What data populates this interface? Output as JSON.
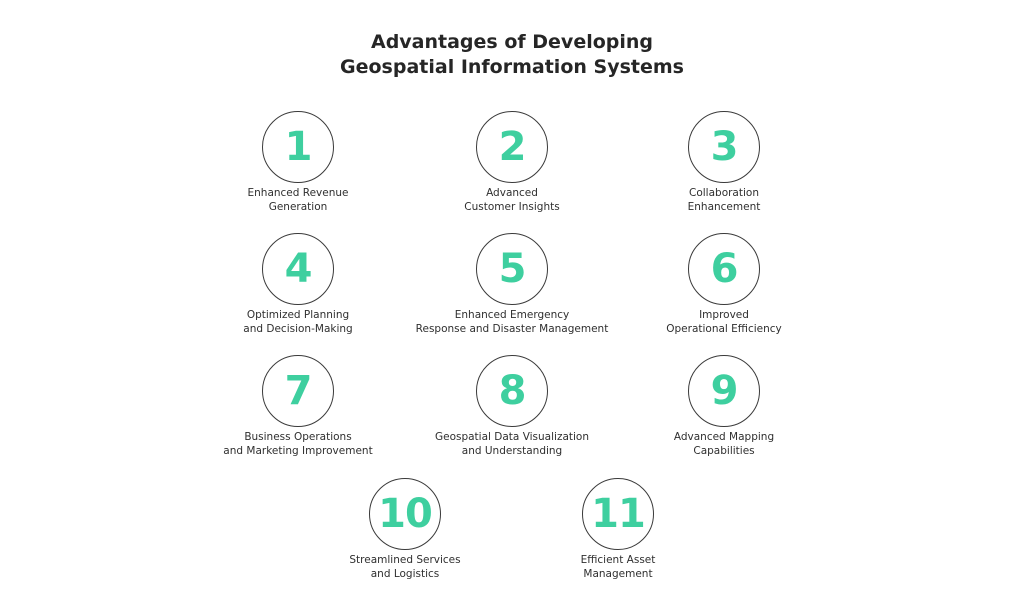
{
  "title": {
    "line1": "Advantages of Developing",
    "line2": "Geospatial Information Systems"
  },
  "colors": {
    "number": "#3ecf9f",
    "circle_border": "#3a3a3a",
    "text": "#2f2f2f",
    "background": "#ffffff"
  },
  "items": [
    {
      "number": "1",
      "line1": "Enhanced Revenue",
      "line2": "Generation"
    },
    {
      "number": "2",
      "line1": "Advanced",
      "line2": "Customer Insights"
    },
    {
      "number": "3",
      "line1": "Collaboration",
      "line2": "Enhancement"
    },
    {
      "number": "4",
      "line1": "Optimized Planning",
      "line2": "and Decision-Making"
    },
    {
      "number": "5",
      "line1": "Enhanced Emergency",
      "line2": "Response and Disaster Management"
    },
    {
      "number": "6",
      "line1": "Improved",
      "line2": "Operational Efficiency"
    },
    {
      "number": "7",
      "line1": "Business Operations",
      "line2": "and Marketing Improvement"
    },
    {
      "number": "8",
      "line1": "Geospatial Data Visualization",
      "line2": "and Understanding"
    },
    {
      "number": "9",
      "line1": "Advanced Mapping",
      "line2": "Capabilities"
    },
    {
      "number": "10",
      "line1": "Streamlined Services",
      "line2": "and Logistics"
    },
    {
      "number": "11",
      "line1": "Efficient Asset",
      "line2": "Management"
    }
  ]
}
